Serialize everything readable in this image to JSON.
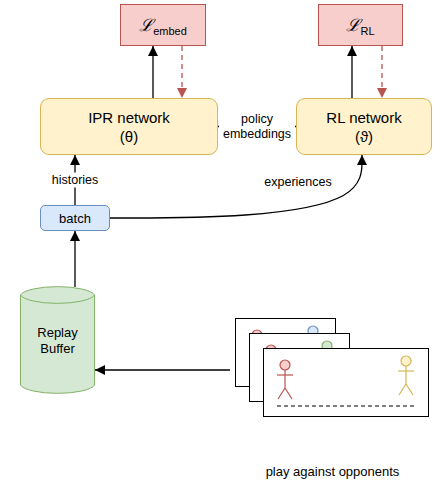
{
  "diagram": {
    "nodes": [
      {
        "text": [
          "ℒembed"
        ]
      },
      {
        "text": [
          "ℒRL"
        ]
      },
      {
        "text": [
          "IPR network",
          "(θ)"
        ]
      },
      {
        "text": [
          "RL network",
          "(ϑ)"
        ]
      },
      {
        "text": [
          "batch"
        ]
      },
      {
        "text": [
          "Replay Buffer"
        ]
      },
      {
        "text": [
          "play against opponents"
        ]
      }
    ],
    "edges": [
      {
        "from": 2,
        "to": 0,
        "arrow": "to"
      },
      {
        "from": 0,
        "to": 2,
        "arrow": "to"
      },
      {
        "from": 3,
        "to": 1,
        "arrow": "to"
      },
      {
        "from": 1,
        "to": 3,
        "arrow": "to"
      },
      {
        "from": 2,
        "to": 3,
        "label": "policy embeddings",
        "arrow": "to"
      },
      {
        "from": 4,
        "to": 2,
        "label": "histories",
        "arrow": "to"
      },
      {
        "from": 4,
        "to": 3,
        "label": "experiences",
        "arrow": "to"
      },
      {
        "from": 5,
        "to": 4,
        "arrow": "to"
      },
      {
        "from": 6,
        "to": 5,
        "arrow": "to"
      }
    ]
  }
}
